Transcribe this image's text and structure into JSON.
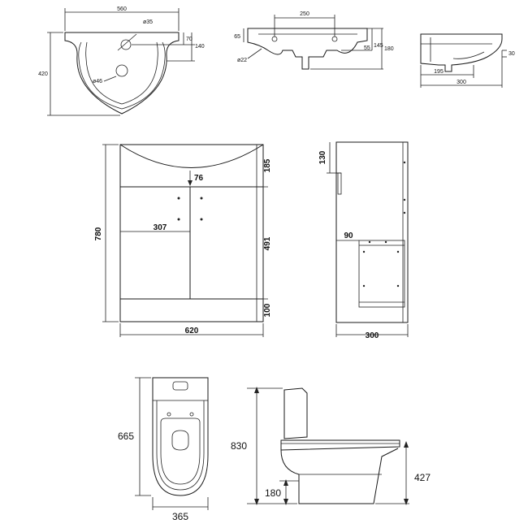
{
  "basin_plan": {
    "width": "560",
    "depth": "420",
    "tap_hole": "ø35",
    "waste_hole": "ø46",
    "dim_70": "70",
    "dim_140": "140"
  },
  "basin_front": {
    "width_250": "250",
    "dim_65": "65",
    "dim_145": "145",
    "dim_55": "55",
    "dim_180": "180",
    "overflow": "ø22"
  },
  "basin_side": {
    "dim_195": "195",
    "dim_300": "300",
    "dim_small": "30"
  },
  "vanity_front": {
    "height": "780",
    "width": "620",
    "top": "185",
    "door_offset": "76",
    "door_width": "307",
    "door_height": "491",
    "plinth": "100"
  },
  "vanity_side": {
    "top": "130",
    "shelf": "90",
    "depth": "300"
  },
  "toilet_plan": {
    "length": "665",
    "width": "365"
  },
  "toilet_side": {
    "height": "830",
    "seat_height": "427",
    "outlet": "180"
  }
}
